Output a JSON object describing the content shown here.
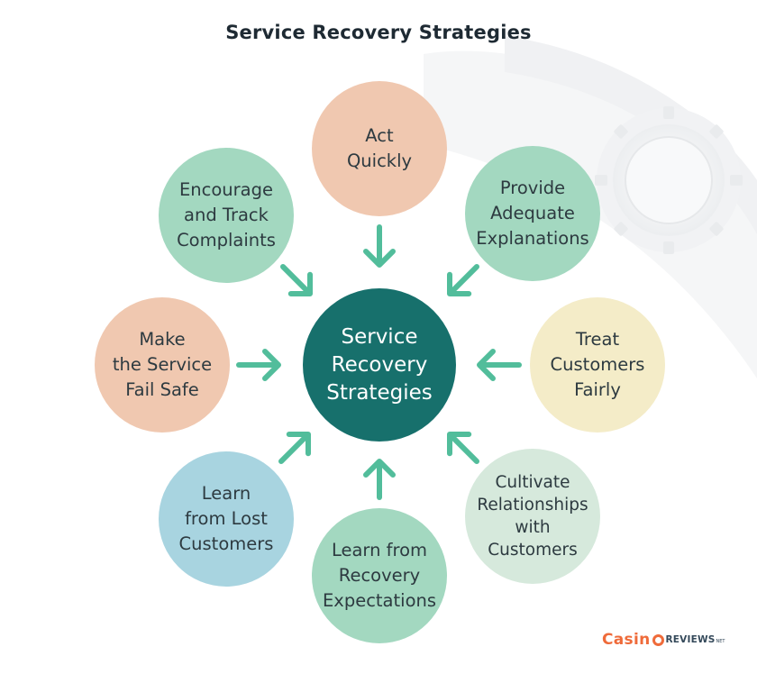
{
  "title": "Service Recovery Strategies",
  "center": {
    "label": "Service\nRecovery\nStrategies",
    "color": "#17706c"
  },
  "nodes": [
    {
      "id": "act-quickly",
      "label": "Act\nQuickly",
      "color": "#f0c8b0"
    },
    {
      "id": "provide-adequate-explanations",
      "label": "Provide\nAdequate\nExplanations",
      "color": "#a3d8c0"
    },
    {
      "id": "treat-customers-fairly",
      "label": "Treat\nCustomers\nFairly",
      "color": "#f4ecc8"
    },
    {
      "id": "cultivate-relationships",
      "label": "Cultivate\nRelationships\nwith\nCustomers",
      "color": "#d6e9dc"
    },
    {
      "id": "learn-from-recovery-expectations",
      "label": "Learn from\nRecovery\nExpectations",
      "color": "#a3d8c0"
    },
    {
      "id": "learn-from-lost-customers",
      "label": "Learn\nfrom Lost\nCustomers",
      "color": "#a8d4e0"
    },
    {
      "id": "make-service-fail-safe",
      "label": "Make\nthe Service\nFail Safe",
      "color": "#f0c8b0"
    },
    {
      "id": "encourage-track-complaints",
      "label": "Encourage\nand Track\nComplaints",
      "color": "#a3d8c0"
    }
  ],
  "arrow_color": "#52bd9b",
  "logo": {
    "casino": "Casin",
    "reviews": "REVIEWS",
    "net": "NET",
    "accent": "#ef6b3a"
  }
}
